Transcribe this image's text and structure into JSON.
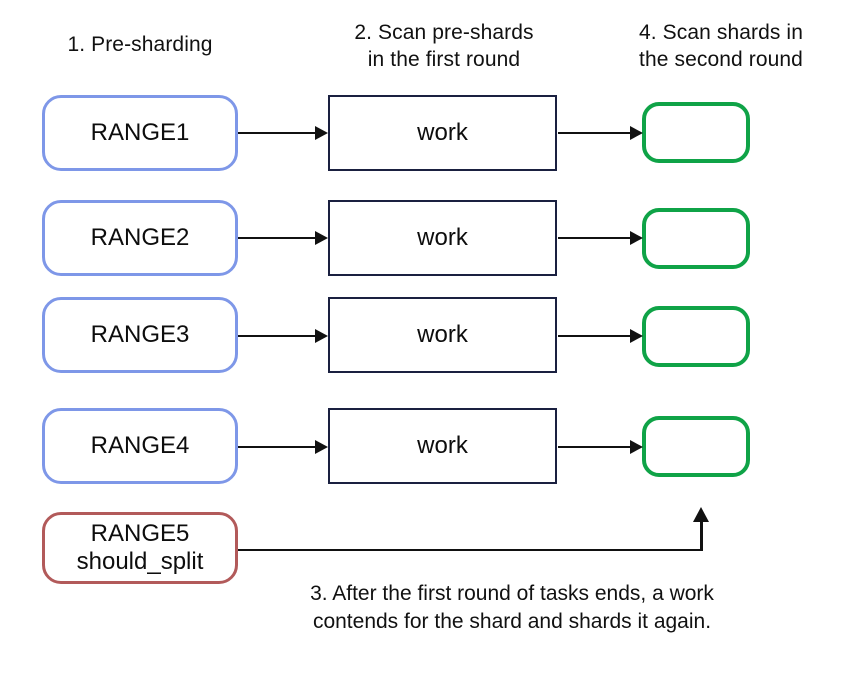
{
  "diagram": {
    "title": "Sharding workflow diagram",
    "columns": [
      {
        "id": "pre-sharding",
        "label": "1. Pre-sharding"
      },
      {
        "id": "first-round",
        "label": "2. Scan pre-shards\nin the first round"
      },
      {
        "id": "second-round",
        "label": "4. Scan shards in\nthe second round"
      }
    ],
    "ranges": [
      {
        "label": "RANGE1"
      },
      {
        "label": "RANGE2"
      },
      {
        "label": "RANGE3"
      },
      {
        "label": "RANGE4"
      }
    ],
    "split_node": {
      "line1": "RANGE5",
      "line2": "should_split"
    },
    "workers": [
      {
        "label": "work"
      },
      {
        "label": "work"
      },
      {
        "label": "work"
      },
      {
        "label": "work"
      }
    ],
    "shards": [
      {
        "label": ""
      },
      {
        "label": ""
      },
      {
        "label": ""
      },
      {
        "label": ""
      }
    ],
    "caption": "3. After the first round of tasks ends, a work\ncontends for the shard and shards it again.",
    "colors": {
      "range_border": "#7e97e8",
      "split_border": "#b25a5a",
      "work_border": "#1a2040",
      "shard_border": "#0fa347",
      "connector": "#111111",
      "text": "#111111",
      "background": "#ffffff"
    }
  }
}
